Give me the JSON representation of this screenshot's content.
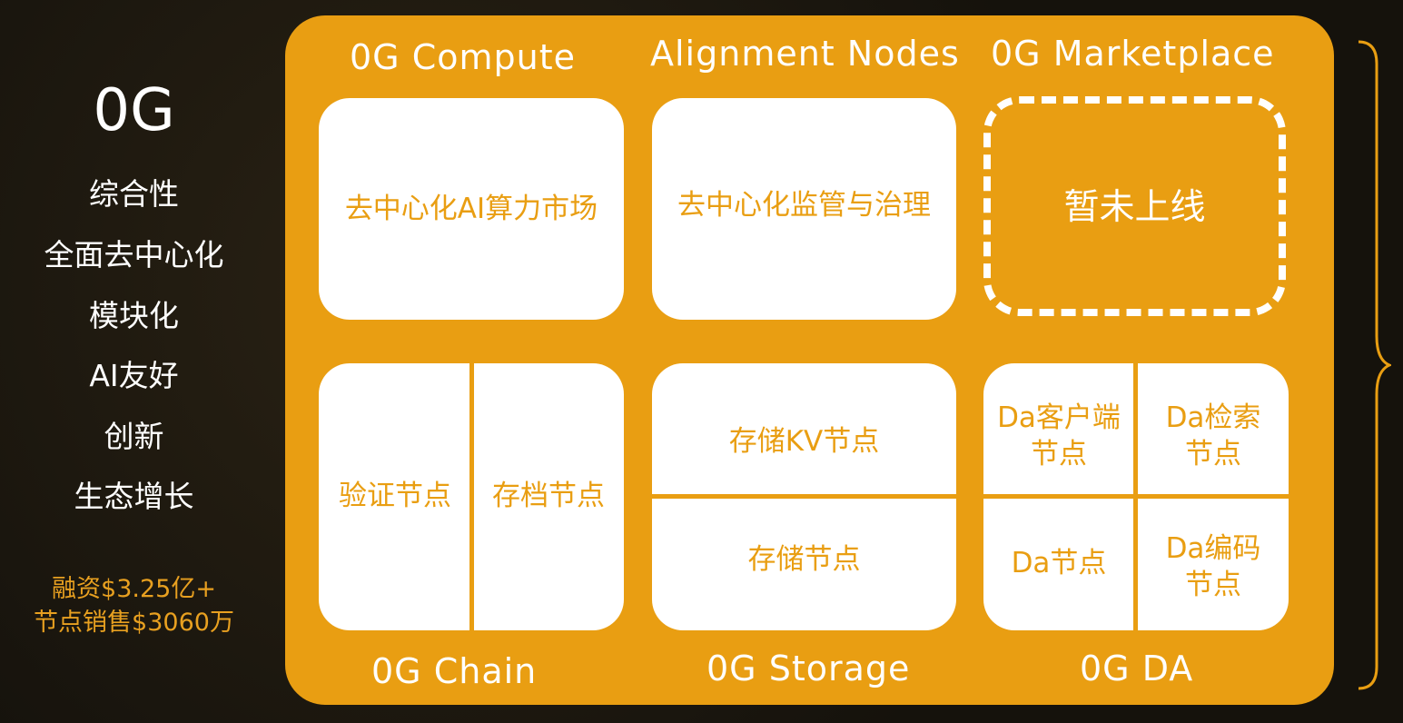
{
  "left": {
    "brand": "0G",
    "features": [
      "综合性",
      "全面去中心化",
      "模块化",
      "AI友好",
      "创新",
      "生态增长"
    ],
    "funding": [
      "融资$3.25亿+",
      "节点销售$3060万"
    ]
  },
  "top_titles": {
    "compute": "0G Compute",
    "alignment": "Alignment Nodes",
    "marketplace": "0G Marketplace"
  },
  "top_cards": {
    "compute": "去中心化AI算力市场",
    "alignment": "去中心化监管与治理",
    "marketplace": "暂未上线"
  },
  "chain": {
    "title": "0G Chain",
    "left": "验证节点",
    "right": "存档节点"
  },
  "storage": {
    "title": "0G Storage",
    "top": "存储KV节点",
    "bottom": "存储节点"
  },
  "da": {
    "title": "0G DA",
    "tl": [
      "Da客户端",
      "节点"
    ],
    "tr": [
      "Da检索",
      "节点"
    ],
    "bl": "Da节点",
    "br": [
      "Da编码",
      "节点"
    ]
  },
  "colors": {
    "background": "#15120c",
    "panel": "#e99e12",
    "card": "#ffffff",
    "accent_text": "#e8a020"
  }
}
